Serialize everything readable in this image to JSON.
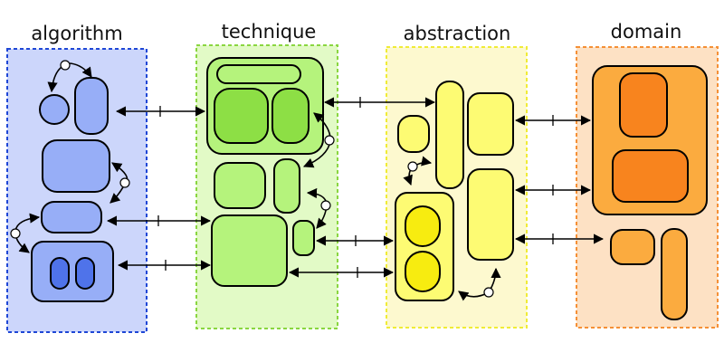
{
  "columns": [
    {
      "id": "algorithm",
      "title": "algorithm"
    },
    {
      "id": "technique",
      "title": "technique"
    },
    {
      "id": "abstraction",
      "title": "abstraction"
    },
    {
      "id": "domain",
      "title": "domain"
    }
  ],
  "colors": {
    "algorithm": {
      "panel_fill": "#ccd6fb",
      "panel_border": "#1f47d6",
      "block": "#97aef7",
      "accent": "#4f73ea"
    },
    "technique": {
      "panel_fill": "#e2fac6",
      "panel_border": "#8ad640",
      "block": "#b5f37c",
      "accent": "#8ddf45"
    },
    "abstraction": {
      "panel_fill": "#fdf9cf",
      "panel_border": "#f0ec37",
      "block": "#fdfb73",
      "accent": "#f7ec10"
    },
    "domain": {
      "panel_fill": "#fde1c4",
      "panel_border": "#f59036",
      "block": "#fbab3f",
      "accent": "#f8841e"
    }
  }
}
